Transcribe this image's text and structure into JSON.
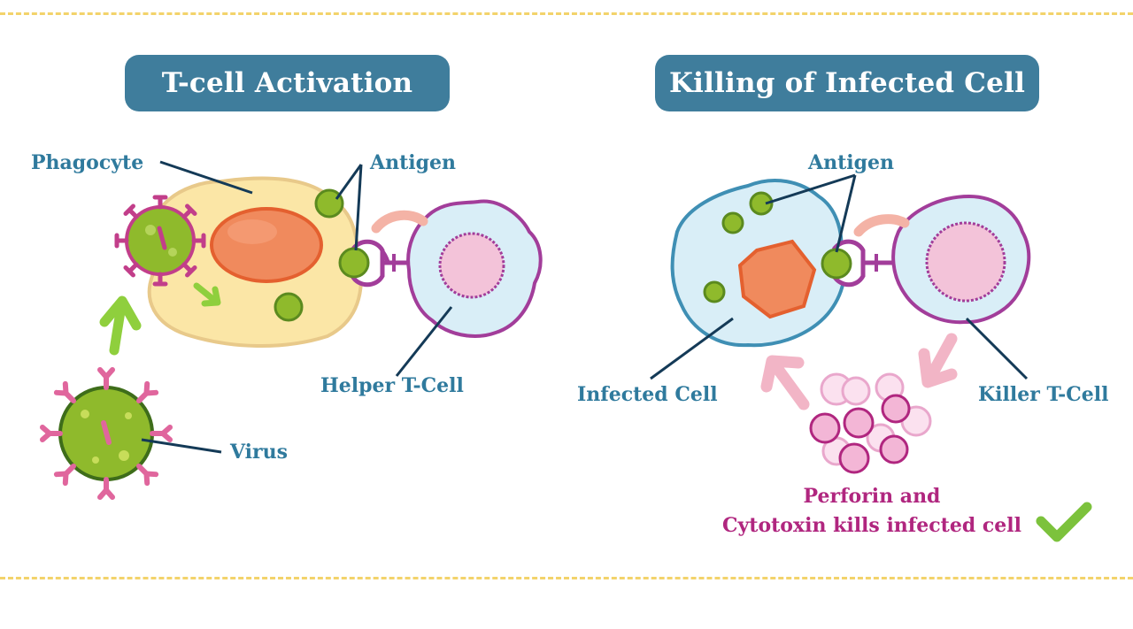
{
  "titles": {
    "left": "T-cell Activation",
    "right": "Killing of Infected Cell"
  },
  "labels": {
    "phagocyte": "Phagocyte",
    "antigen_left": "Antigen",
    "helper_t_cell": "Helper T-Cell",
    "virus": "Virus",
    "antigen_right": "Antigen",
    "infected_cell": "Infected Cell",
    "killer_t_cell": "Killer T-Cell",
    "perforin_line1": "Perforin and",
    "perforin_line2": "Cytotoxin kills infected cell"
  },
  "colors": {
    "title_bg": "#3f7d9c",
    "label_blue": "#2f7a9d",
    "label_magenta": "#b0267f",
    "dash_border": "#f3d36b",
    "phagocyte_fill": "#fbe6a6",
    "nucleus": "#f08a5d",
    "antigen_green": "#8fba2c",
    "t_cell_border": "#a23d9a",
    "t_cell_fill": "#d9eef7",
    "check_green": "#7cc23c"
  },
  "icons": [
    "check-icon",
    "arrow-icon"
  ]
}
